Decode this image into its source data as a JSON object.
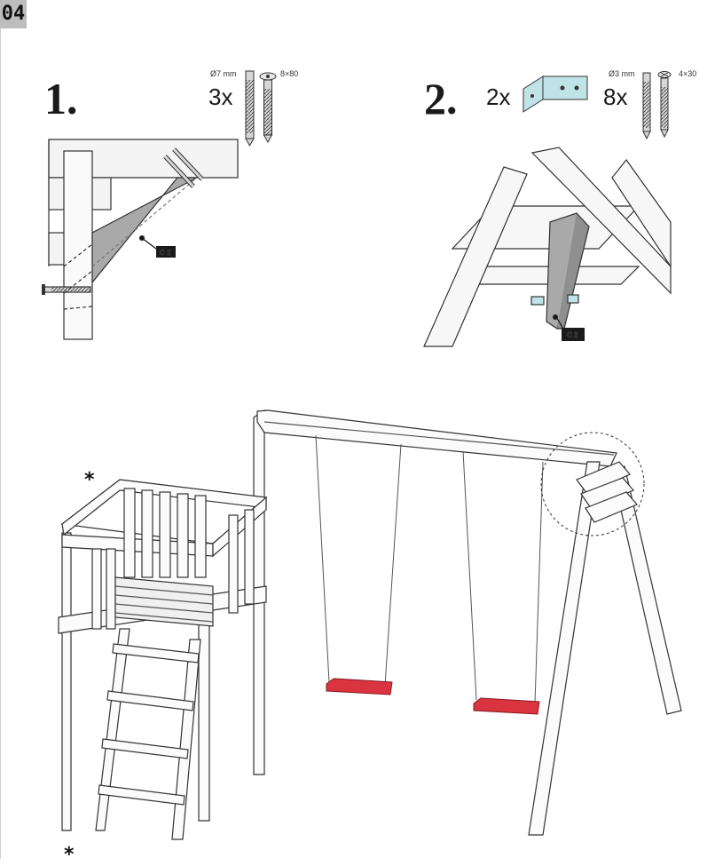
{
  "page_number": "04",
  "steps": [
    {
      "number": "1.",
      "hardware": [
        {
          "quantity": "3x",
          "diameter": "Ø7 mm",
          "size": "8×80",
          "icon": "screw-icon"
        }
      ],
      "part_label": "C 2"
    },
    {
      "number": "2.",
      "hardware": [
        {
          "quantity": "2x",
          "icon": "angle-bracket-icon"
        },
        {
          "quantity": "8x",
          "diameter": "Ø3 mm",
          "size": "4×30",
          "icon": "screw-icon"
        }
      ],
      "part_label": "C 2"
    }
  ],
  "overview": {
    "asterisk": "*",
    "footnote_mark": "*"
  },
  "colors": {
    "swing_seat": "#d9343f",
    "brace": "#a9a9a9",
    "bracket": "#bfe3e6",
    "tag_bg": "#1a1a1a",
    "page_tab": "#bdbdbd"
  }
}
